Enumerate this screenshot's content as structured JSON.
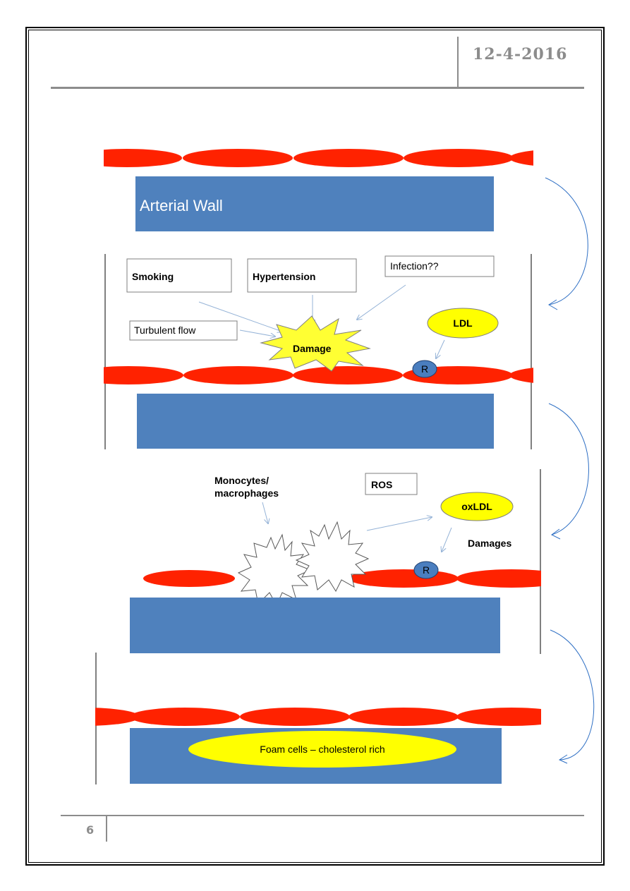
{
  "header": {
    "date": "12-4-2016"
  },
  "footer": {
    "page_number": "6"
  },
  "colors": {
    "endothelial_cell": "#ff2200",
    "arterial_wall": "#4f81bd",
    "damage_burst": "#ffff33",
    "ldl": "#ffff00",
    "receptor": "#4a7ebf",
    "arrow": "#95b3d7",
    "curved_arrow": "#2e6fc4"
  },
  "panel1": {
    "wall_label": "Arterial Wall"
  },
  "panel2": {
    "factors": [
      "Smoking",
      "Hypertension",
      "Infection??",
      "Turbulent flow"
    ],
    "damage_label": "Damage",
    "ldl_label": "LDL",
    "receptor_label": "R"
  },
  "panel3": {
    "monocytes_label_line1": "Monocytes/",
    "monocytes_label_line2": "macrophages",
    "ros_label": "ROS",
    "oxldl_label": "oxLDL",
    "damages_label": "Damages",
    "receptor_label": "R"
  },
  "panel4": {
    "foam_label": "Foam cells – cholesterol rich"
  }
}
